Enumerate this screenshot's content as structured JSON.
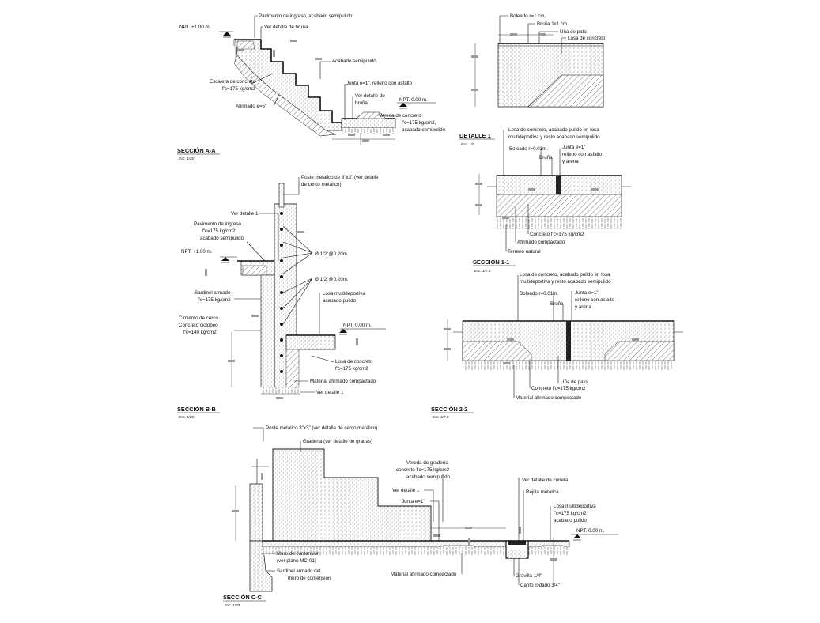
{
  "sections": {
    "aa": {
      "title": "SECCIÓN A-A",
      "scale": "Esc. 1/20",
      "nft_top": "NPT. +1.00 m.",
      "nft_bottom": "NPT. 0.00 m.",
      "labels": {
        "paviment": "Pavimento de ingreso, acabado semipulido",
        "detalle_bruna": "Ver detalle de bruña",
        "acabado": "Acabado semipulido",
        "escalera_1": "Escalera de concreto",
        "escalera_2": "f'c=175 kg/cm2",
        "afirmado": "Afirmado e=5\"",
        "junta": "Junta e=1\", relleno con asfalto",
        "ver_bruna_1": "Ver detalle de",
        "ver_bruna_2": "bruña",
        "vereda_1": "Vereda de concreto",
        "vereda_2": "f'c=175 kg/cm2,",
        "vereda_3": "acabado semipulido"
      }
    },
    "detalle1": {
      "title": "DETALLE 1",
      "scale": "Esc. 1/5",
      "labels": {
        "boleado": "Boleado r=1 cm.",
        "bruna": "Bruña 1x1 cm.",
        "una": "Uña de pato",
        "losa": "Losa de concreto"
      }
    },
    "s11": {
      "title": "SECCIÓN 1-1",
      "scale": "Esc. 1/7.5",
      "labels": {
        "losa_1": "Losa de concreto, acabado pulido en losa",
        "losa_2": "multideportiva y resto acabado semipulido",
        "boleado": "Boleado r=0.01m.",
        "bruna": "Bruña",
        "junta_1": "Junta e=1\"",
        "junta_2": "relleno con asfalto",
        "junta_3": "y arena",
        "concreto": "Concreto f'c=175 kg/cm2",
        "afirmado": "Afirmado compactado",
        "terreno": "Terreno natural"
      }
    },
    "bb": {
      "title": "SECCIÓN B-B",
      "scale": "Esc. 1/20",
      "nft_top": "NPT. +1.00 m.",
      "nft_bottom": "NPT. 0.00 m.",
      "labels": {
        "poste_1": "Poste metalico de 3\"x3\" (ver detalle",
        "poste_2": "de cerco metalico)",
        "ver_detalle_1": "Ver detalle 1",
        "pav_1": "Pavimento de ingreso",
        "pav_2": "f'c=175 kg/cm2",
        "pav_3": "acabado semipulido",
        "fi_1": "Ø 1/2\"@0.20m.",
        "fi_2": "Ø 1/2\"@0.20m.",
        "losa_md_1": "Losa multideportiva",
        "losa_md_2": "acabado pulido",
        "sardinel_1": "Sardinel armado",
        "sardinel_2": "f'c=175 kg/cm2",
        "cim_1": "Cimiento de cerco",
        "cim_2": "Concreto ciclopeo",
        "cim_3": "f'c=140 kg/cm2",
        "losa_c_1": "Losa de concreto",
        "losa_c_2": "f'c=175 kg/cm2",
        "material": "Material afirmado compactado",
        "ver_detalle_1b": "Ver detalle 1"
      }
    },
    "s22": {
      "title": "SECCIÓN 2-2",
      "scale": "Esc. 1/7.5",
      "labels": {
        "losa_1": "Losa de concreto, acabado pulido en losa",
        "losa_2": "multideportiva y resto acabado semipulido",
        "boleado": "Boleado r=0.01m.",
        "bruna": "Bruña",
        "junta_1": "Junta e=1\"",
        "junta_2": "relleno con asfalto",
        "junta_3": "y arena",
        "una": "Uña de pato",
        "concreto": "Concreto f'c=175 kg/cm2",
        "material": "Material afirmado compactado"
      }
    },
    "cc": {
      "title": "SECCIÓN C-C",
      "scale": "Esc. 1/20",
      "nft": "NPT. 0.00 m.",
      "labels": {
        "poste": "Poste metalico 3\"x3\" (ver detalle de cerco metalico)",
        "graderia": "Gradería (ver detalle de gradas)",
        "vereda_1": "Vereda de gradería",
        "vereda_2": "concreto f'c=175 kg/cm2",
        "vereda_3": "acabado semipulido",
        "ver_detalle_1": "Ver detalle 1",
        "junta": "Junta e=1\"",
        "cuneta": "Ver detalle de cuneta",
        "rejilla": "Rejilla metalica",
        "losa_1": "Losa multideportiva",
        "losa_2": "f'c=175 kg/cm2",
        "losa_3": "acabado pulido",
        "muro_1": "Muro de contension",
        "muro_2": "(ver plano MC-01)",
        "sard_1": "Sardinel armado del",
        "sard_2": "muro de contension",
        "material": "Material afirmado compactado",
        "gravilla": "Gravilla 1/4\"",
        "canto": "Canto rodado 3/4\""
      }
    }
  }
}
